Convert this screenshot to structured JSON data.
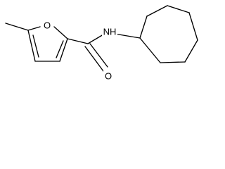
{
  "molecule": {
    "atoms": {
      "ring_oxygen": "O",
      "amide_nitrogen": "NH",
      "carbonyl_oxygen": "O"
    }
  }
}
